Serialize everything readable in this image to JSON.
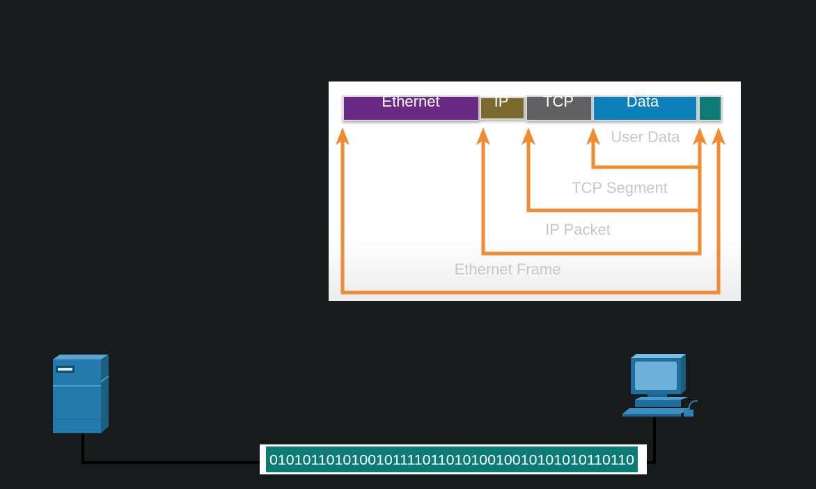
{
  "diagram": {
    "header_segments": [
      {
        "label": "Ethernet",
        "color": "#692a86"
      },
      {
        "label": "IP",
        "color": "#7a6a2e"
      },
      {
        "label": "TCP",
        "color": "#616063"
      },
      {
        "label": "Data",
        "color": "#0b7fb9"
      },
      {
        "label": "",
        "color": "#0b7b76"
      }
    ],
    "pdu_labels": {
      "user_data": "User Data",
      "tcp_segment": "TCP Segment",
      "ip_packet": "IP Packet",
      "ethernet_frame": "Ethernet Frame"
    },
    "arrow_color": "#f28a30",
    "panel_color": "#ffffff"
  },
  "network": {
    "server_icon": "server-icon",
    "pc_icon": "computer-icon",
    "bitstream": "010101101010010111101101010010010101010110110",
    "bitstream_color": "#0b7b76",
    "cable_color": "#000000"
  }
}
